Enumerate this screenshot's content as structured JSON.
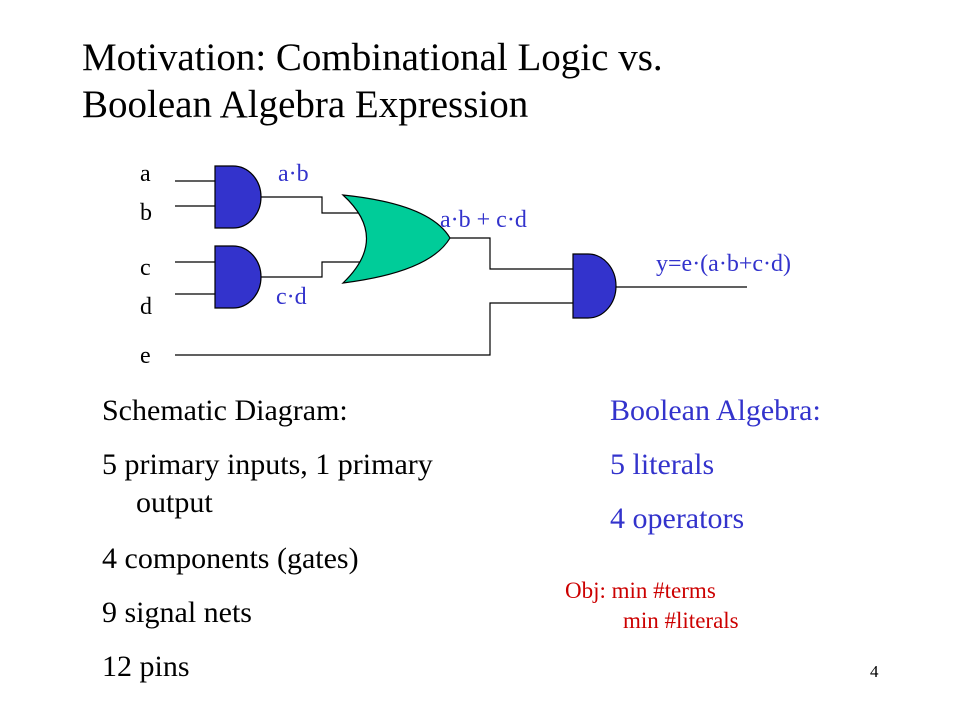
{
  "title": {
    "line1": "Motivation: Combinational Logic vs.",
    "line2": "Boolean Algebra Expression"
  },
  "diagram": {
    "inputs": [
      "a",
      "b",
      "c",
      "d",
      "e"
    ],
    "labels": {
      "ab": "a·b",
      "cd": "c·d",
      "sum": "a·b + c·d",
      "output": "y=e·(a·b+c·d)"
    },
    "colors": {
      "and_gate": "#3333cc",
      "or_gate": "#00cc99",
      "label_blue": "#3333cc"
    }
  },
  "schematic": {
    "heading": "Schematic Diagram:",
    "item1_line1": "5 primary inputs, 1 primary",
    "item1_line2": "output",
    "item2": "4 components (gates)",
    "item3": "9 signal nets",
    "item4": "12 pins"
  },
  "boolean": {
    "heading": "Boolean Algebra:",
    "item1": "5 literals",
    "item2": "4 operators"
  },
  "objective": {
    "line1": "Obj: min #terms",
    "line2": "min #literals"
  },
  "page_number": "4"
}
